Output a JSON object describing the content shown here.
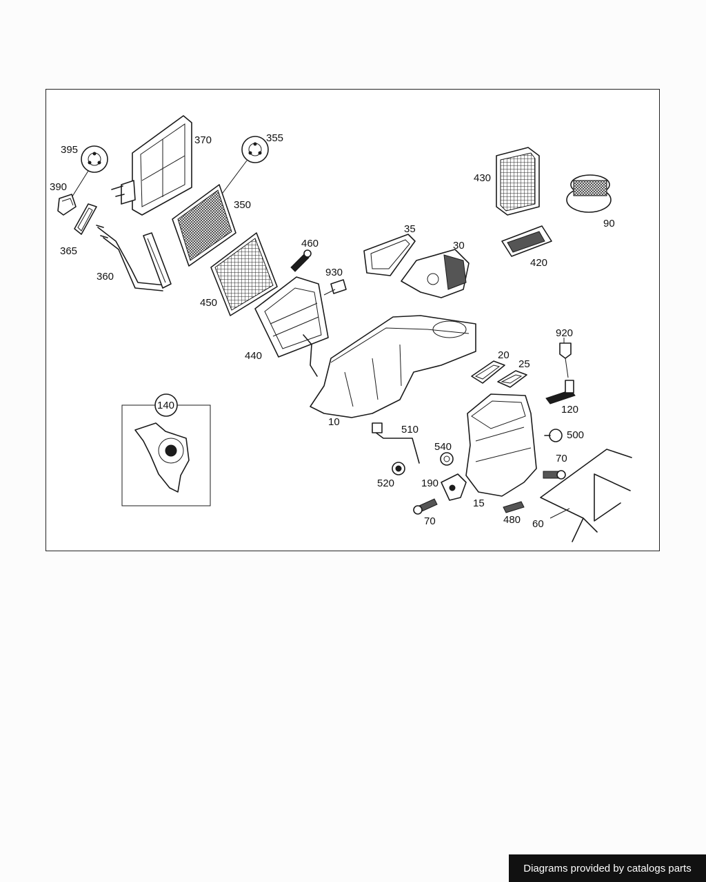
{
  "diagram": {
    "labels": {
      "l395": "395",
      "l370": "370",
      "l355": "355",
      "l390": "390",
      "l350": "350",
      "l365": "365",
      "l360": "360",
      "l460": "460",
      "l35": "35",
      "l30": "30",
      "l430": "430",
      "l90": "90",
      "l420": "420",
      "l930": "930",
      "l450": "450",
      "l440": "440",
      "l10": "10",
      "l920": "920",
      "l20": "20",
      "l25": "25",
      "l120": "120",
      "l140": "140",
      "l510": "510",
      "l540": "540",
      "l500": "500",
      "l70a": "70",
      "l520": "520",
      "l190": "190",
      "l15": "15",
      "l70b": "70",
      "l480": "480",
      "l60": "60"
    }
  },
  "footer": {
    "text": "Diagrams provided by catalogs parts"
  }
}
